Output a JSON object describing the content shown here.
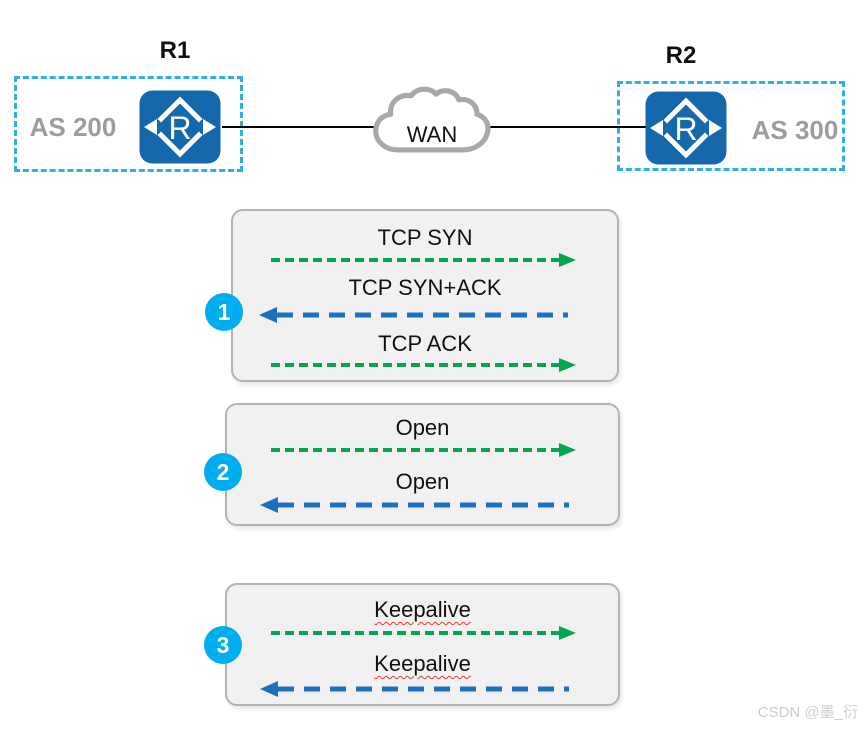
{
  "topology": {
    "left_router": {
      "name": "R1",
      "as_label": "AS 200"
    },
    "right_router": {
      "name": "R2",
      "as_label": "AS 300"
    },
    "cloud_label": "WAN",
    "router_icon_letter": "R"
  },
  "sequences": [
    {
      "badge": "1",
      "rows": [
        {
          "label": "TCP SYN",
          "direction": "right"
        },
        {
          "label": "TCP SYN+ACK",
          "direction": "left"
        },
        {
          "label": "TCP ACK",
          "direction": "right"
        }
      ]
    },
    {
      "badge": "2",
      "rows": [
        {
          "label": "Open",
          "direction": "right"
        },
        {
          "label": "Open",
          "direction": "left"
        }
      ]
    },
    {
      "badge": "3",
      "rows": [
        {
          "label": "Keepalive",
          "direction": "right"
        },
        {
          "label": "Keepalive",
          "direction": "left"
        }
      ]
    }
  ],
  "watermark": "CSDN @墨_衍",
  "colors": {
    "router_fill": "#1668ac",
    "as_zone_border": "#2bb0e8",
    "badge_fill": "#00aeef",
    "arrow_green": "#00a652",
    "arrow_blue": "#1e70bf",
    "panel_fill": "#f1f1f1",
    "panel_border": "#b3b3b3",
    "as_text": "#9c9c9c",
    "cloud_stroke": "#a8a8a8"
  }
}
